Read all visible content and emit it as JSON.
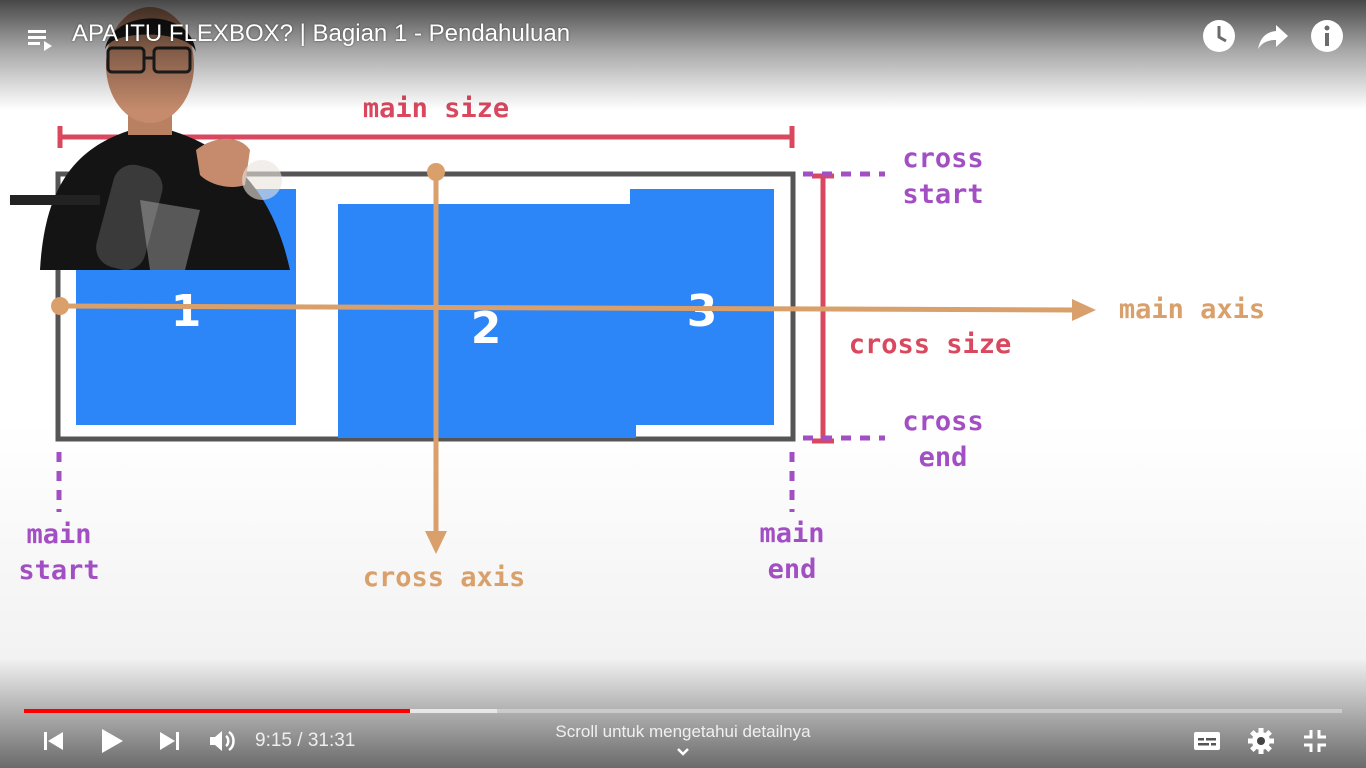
{
  "player": {
    "title": "APA ITU FLEXBOX? | Bagian 1 - Pendahuluan",
    "time_display": "9:15 / 31:31",
    "scroll_hint": "Scroll untuk mengetahui detailnya",
    "progress": {
      "played_fraction": 0.293,
      "buffered_fraction": 0.359,
      "played_color": "#ff0000"
    }
  },
  "icons": {
    "playlist": "playlist-icon",
    "watch_later": "clock-icon",
    "share": "share-arrow-icon",
    "info": "info-icon",
    "previous": "skip-previous-icon",
    "play": "play-icon",
    "next": "skip-next-icon",
    "volume": "volume-icon",
    "subtitles": "subtitles-icon",
    "settings": "gear-icon",
    "exit_fullscreen": "exit-fullscreen-icon",
    "scroll": "chevron-down-icon"
  },
  "diagram": {
    "main_size": "main size",
    "cross_start_1": "cross",
    "cross_start_2": "start",
    "main_axis": "main axis",
    "cross_size": "cross size",
    "cross_end_1": "cross",
    "cross_end_2": "end",
    "main_start_1": "main",
    "main_start_2": "start",
    "cross_axis": "cross axis",
    "main_end_1": "main",
    "main_end_2": "end",
    "item_1": "1",
    "item_2": "2",
    "item_3": "3",
    "colors": {
      "red": "#d9485f",
      "purple": "#a24fc4",
      "tan": "#d9a06b",
      "blue": "#2d86f8",
      "border": "#555555"
    }
  }
}
